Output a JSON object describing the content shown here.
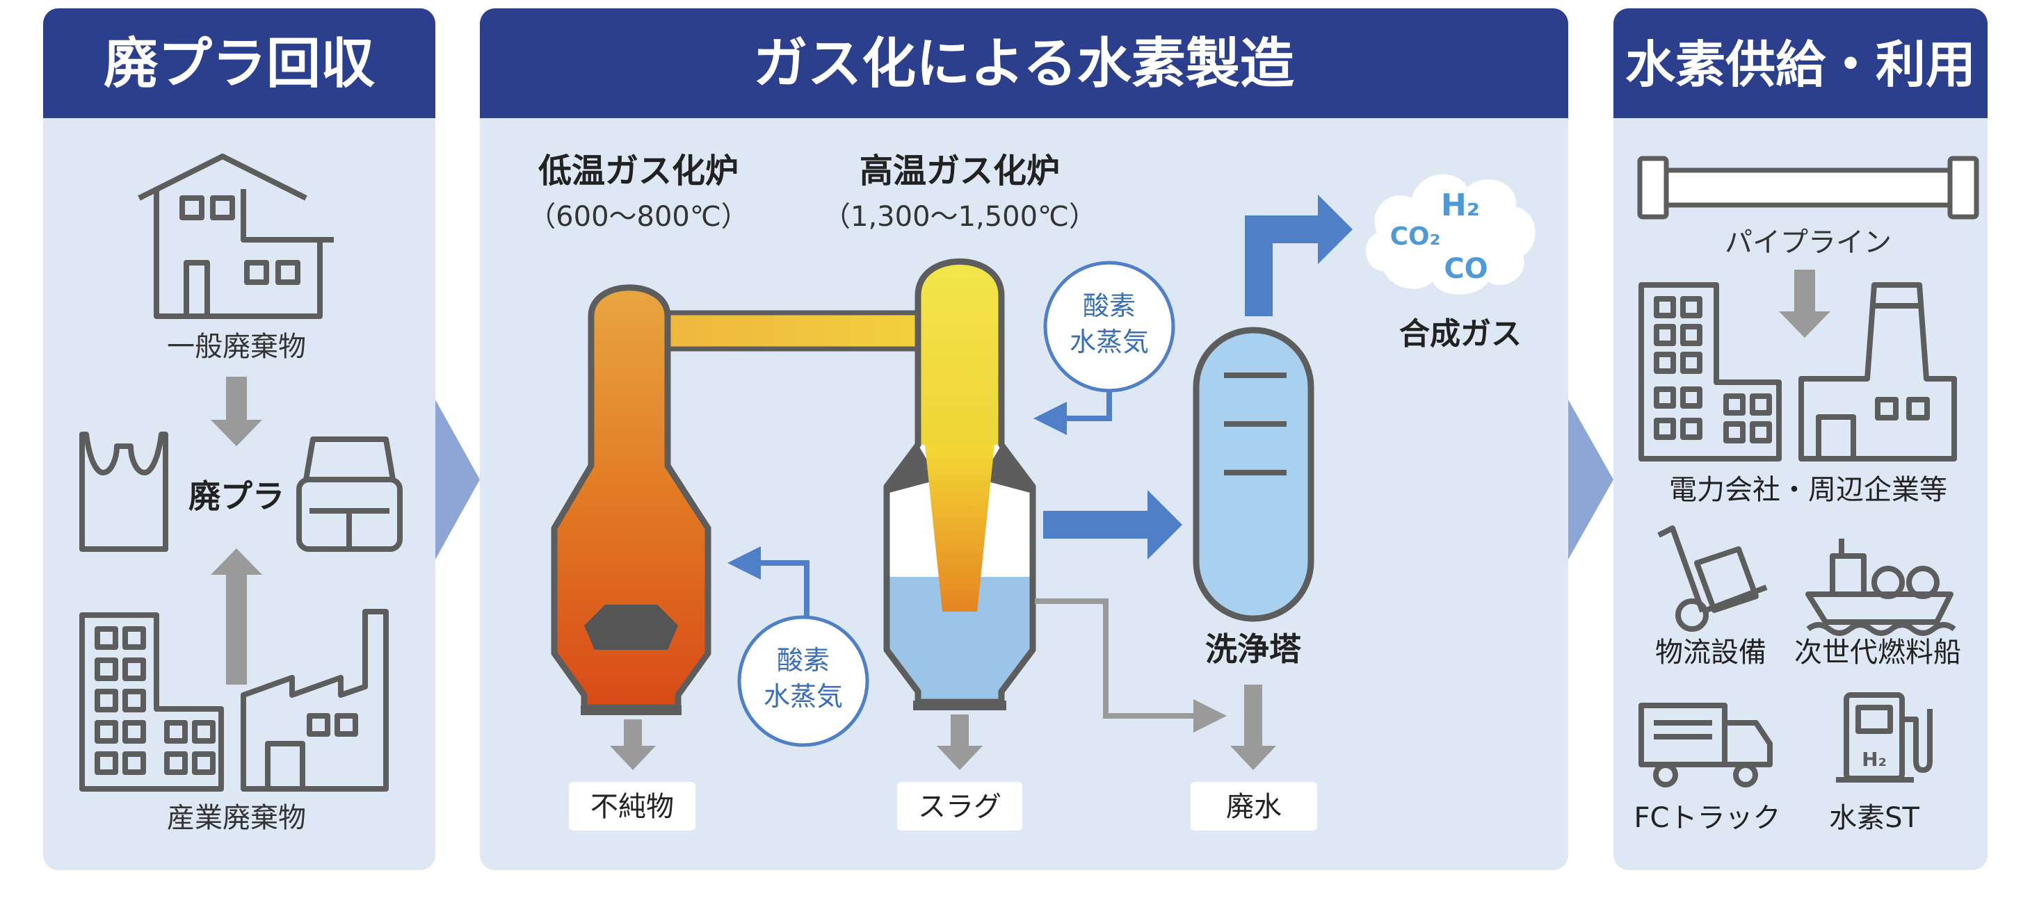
{
  "panels": {
    "collection": {
      "title": "廃プラ回収"
    },
    "production": {
      "title": "ガス化による水素製造"
    },
    "supply": {
      "title": "水素供給・利用"
    }
  },
  "collection": {
    "general_waste": "一般廃棄物",
    "waste_plastic": "廃プラ",
    "industrial_waste": "産業廃棄物"
  },
  "production": {
    "low_temp": {
      "name": "低温ガス化炉",
      "range": "（600〜800℃）"
    },
    "high_temp": {
      "name": "高温ガス化炉",
      "range": "（1,300〜1,500℃）"
    },
    "oxygen_steam": {
      "line1": "酸素",
      "line2": "水蒸気"
    },
    "scrubber": "洗浄塔",
    "syngas": "合成ガス",
    "syngas_h2": "H₂",
    "syngas_co2": "CO₂",
    "syngas_co": "CO",
    "outputs": {
      "impurities": "不純物",
      "slag": "スラグ",
      "wastewater": "廃水"
    }
  },
  "supply": {
    "pipeline": "パイプライン",
    "power_companies": "電力会社・周辺企業等",
    "logistics": "物流設備",
    "ship": "次世代燃料船",
    "fc_truck": "FCトラック",
    "h2_station": "水素ST",
    "h2_station_icon_text": "H₂"
  },
  "colors": {
    "header_navy": "#2b3f8c",
    "panel_bg": "#dde8f4",
    "chevron": "#8ea6d6",
    "icon_gray": "#5d5d5d",
    "arrow_gray": "#9a9a9a",
    "flow_blue": "#4f7fc6",
    "label_blue": "#3a6fb5"
  }
}
